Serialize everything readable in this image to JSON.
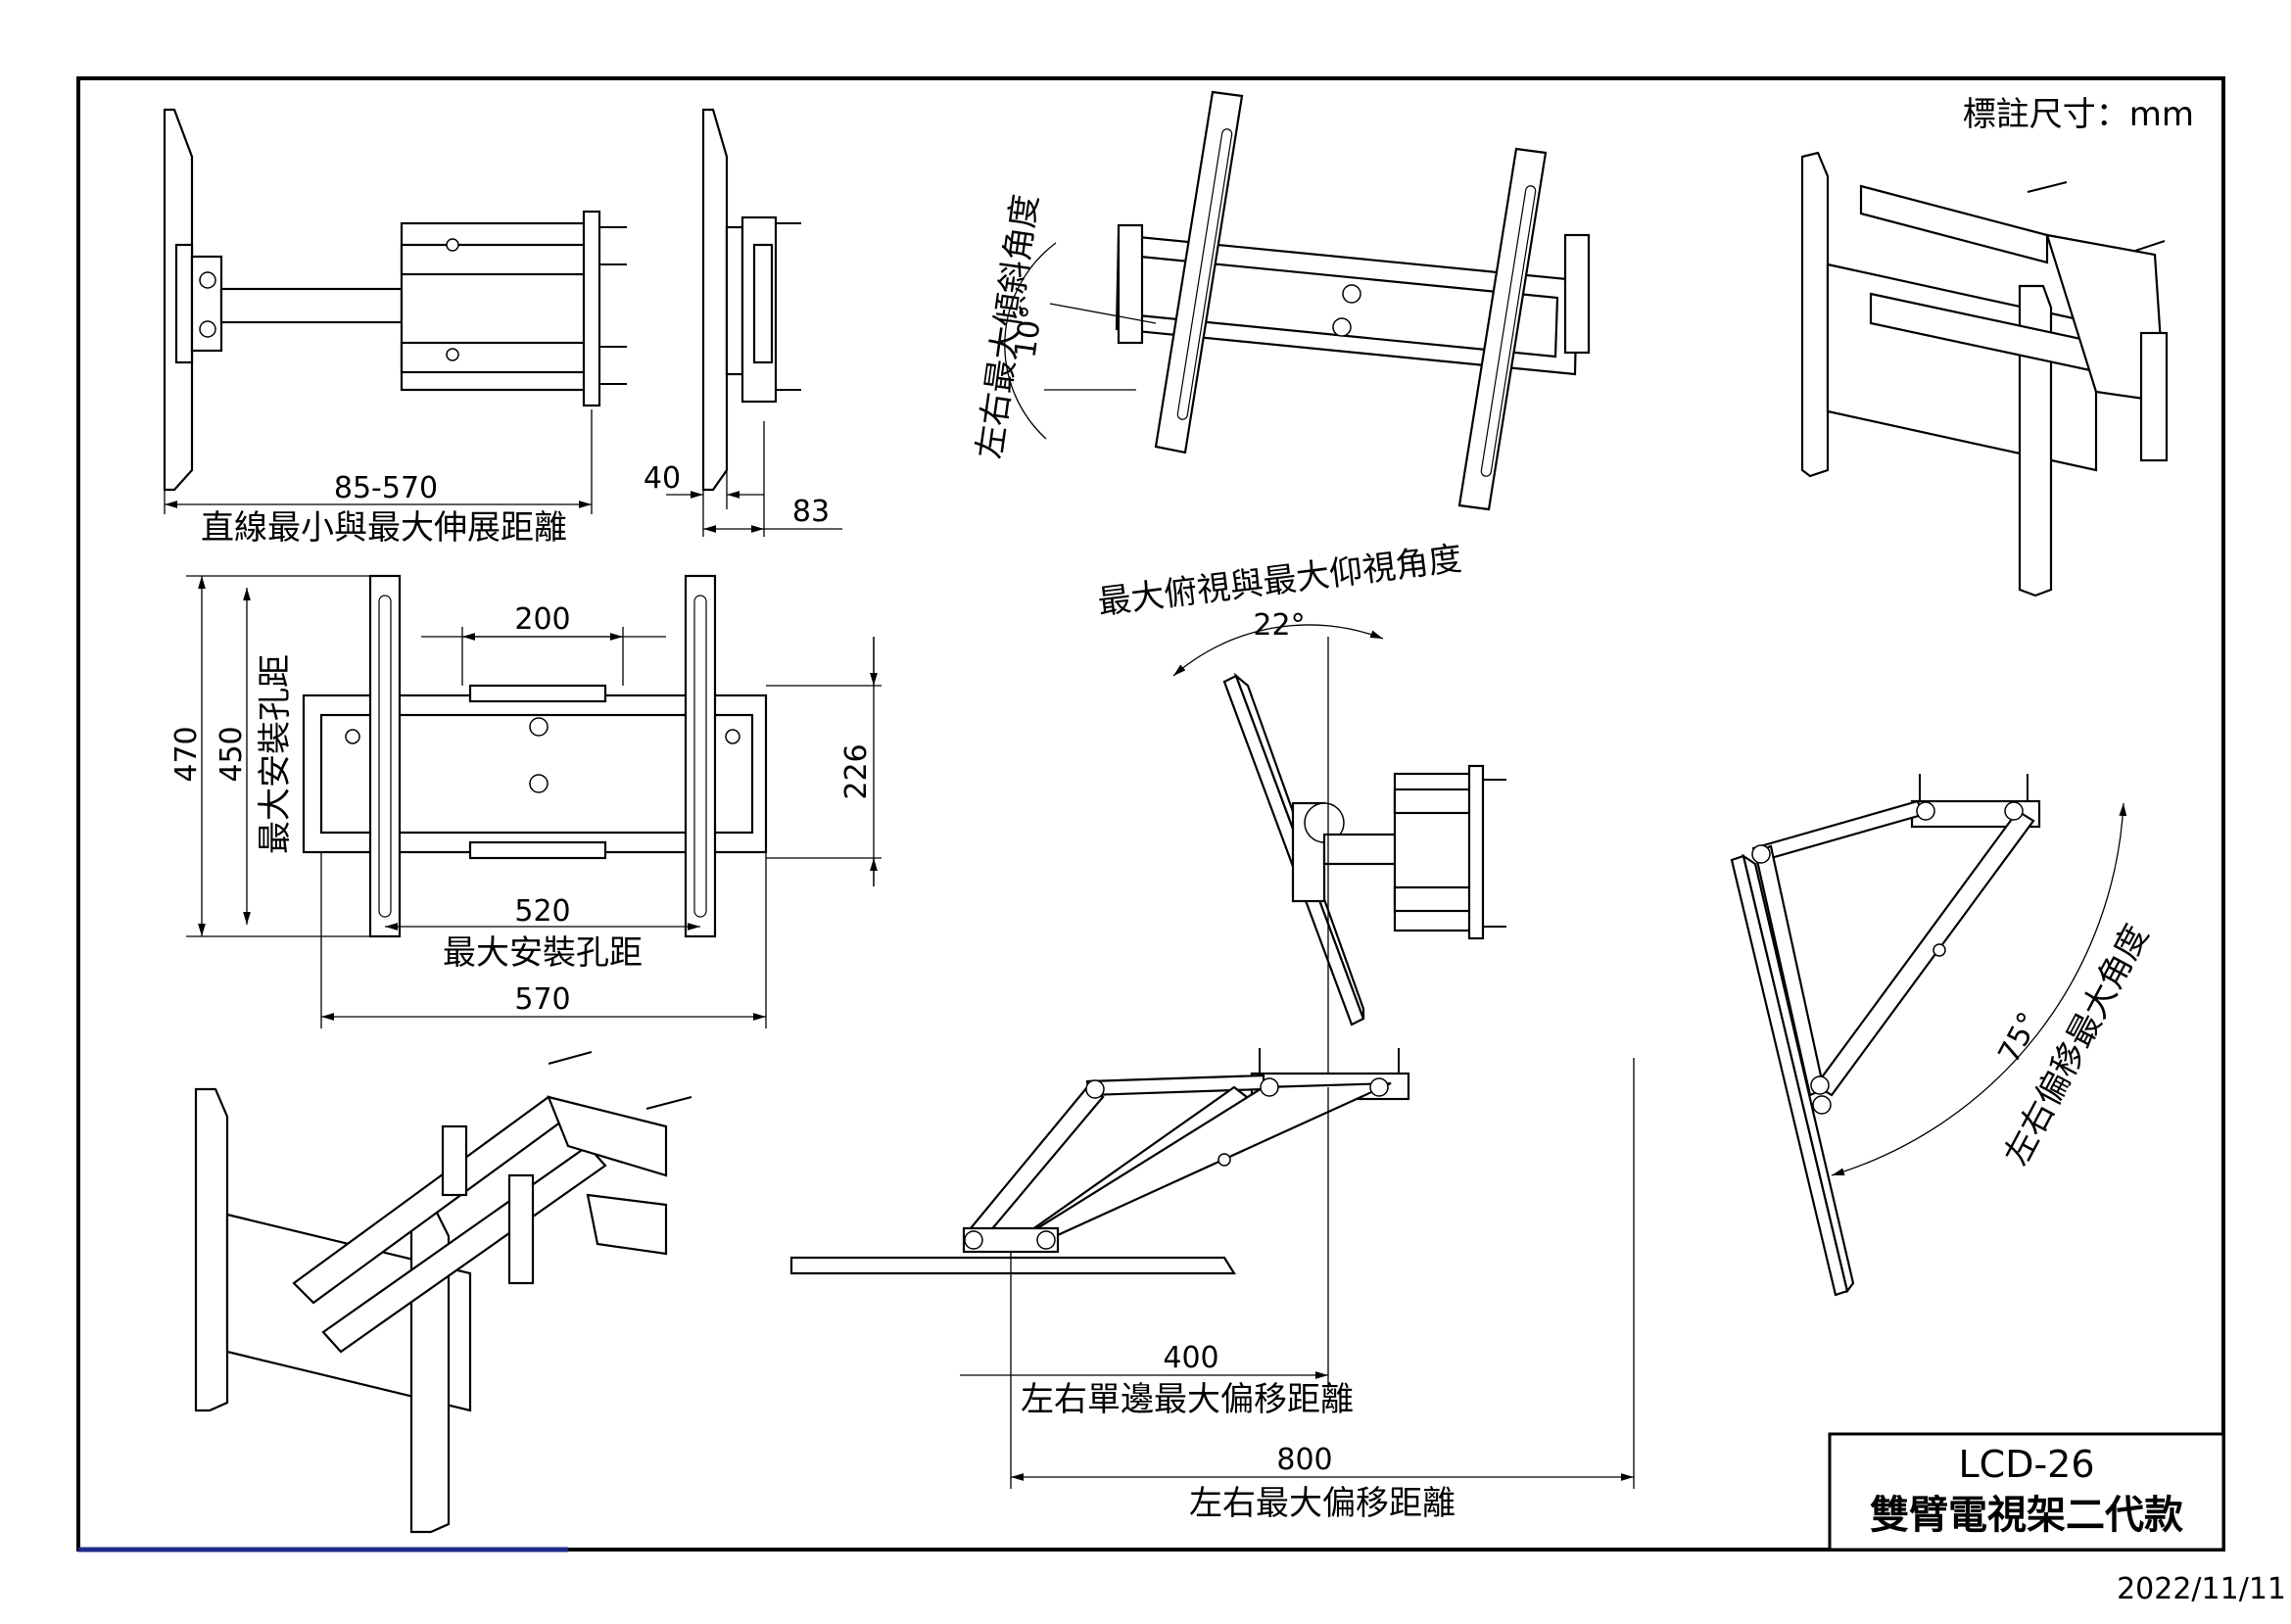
{
  "unit_note": "標註尺寸：mm",
  "date": "2022/11/11",
  "title_block": {
    "model": "LCD-26",
    "name": "雙臂電視架二代款"
  },
  "extension": {
    "range": "85-570",
    "caption": "直線最小與最大伸展距離",
    "min_depth": "40",
    "depth_83": "83"
  },
  "mounting": {
    "w200": "200",
    "h470": "470",
    "h450": "450",
    "v_caption": "最大安裝孔距",
    "h226": "226",
    "w520": "520",
    "h_caption": "最大安裝孔距",
    "w570": "570"
  },
  "tilt_lr": {
    "caption": "左右最大傾斜角度",
    "angle": "10°"
  },
  "tilt_ud": {
    "caption": "最大俯視與最大仰視角度",
    "angle": "22°"
  },
  "swivel": {
    "angle": "75°",
    "caption": "左右偏移最大角度"
  },
  "offset": {
    "single_value": "400",
    "single_caption": "左右單邊最大偏移距離",
    "total_value": "800",
    "total_caption": "左右最大偏移距離"
  }
}
